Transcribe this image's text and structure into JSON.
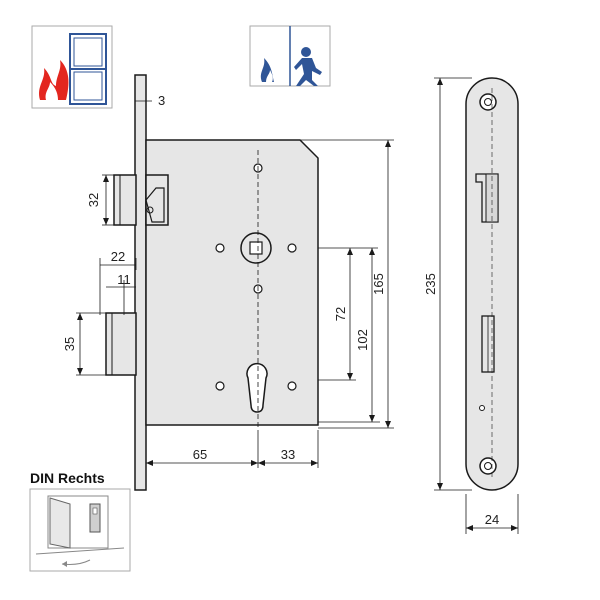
{
  "labels": {
    "din_rechts": "DIN Rechts"
  },
  "dimensions": {
    "faceplate_thickness": "3",
    "latch_height": "32",
    "backset_latch": "22",
    "bolt_projection": "11",
    "bolt_height": "35",
    "distance_72": "72",
    "distance_102": "102",
    "case_height": "165",
    "backset_65": "65",
    "case_depth_33": "33",
    "faceplate_length": "235",
    "faceplate_width": "24"
  },
  "colors": {
    "case_fill": "#e6e6e6",
    "line": "#1a1a1a",
    "fire_red": "#e3261f",
    "icon_blue": "#2f5597"
  },
  "icons": {
    "fire_door": "fire-door-icon",
    "escape": "escape-person-icon",
    "din_door": "din-right-door-icon"
  }
}
